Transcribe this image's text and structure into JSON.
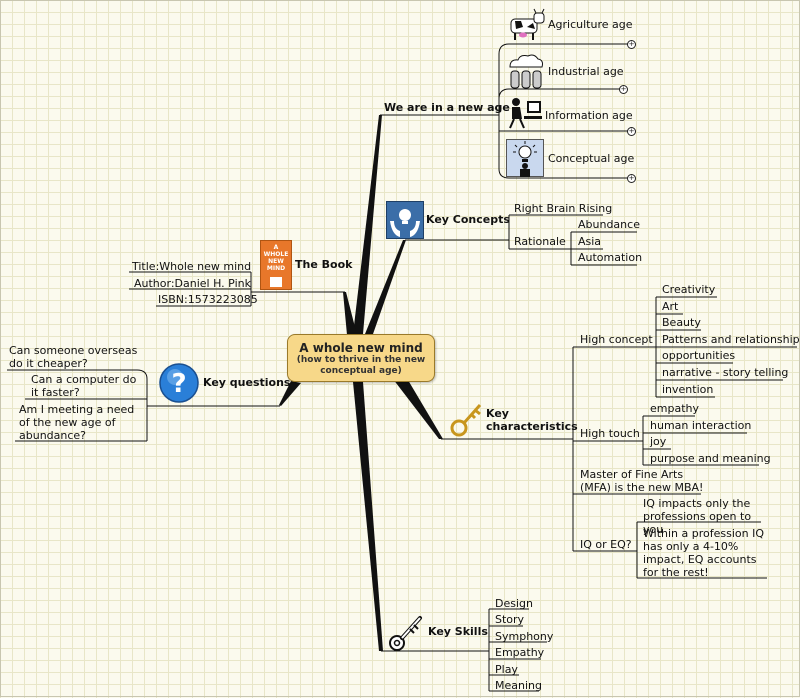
{
  "root": {
    "title": "A whole new mind",
    "subtitle": "(how to thrive in the new conceptual age)"
  },
  "new_age": {
    "label": "We are in a new age",
    "items": [
      {
        "label": "Agriculture age",
        "icon": "cow-icon"
      },
      {
        "label": "Industrial age",
        "icon": "factory-icon"
      },
      {
        "label": "Information age",
        "icon": "computer-user-icon"
      },
      {
        "label": "Conceptual age",
        "icon": "lightbulb-person-icon"
      }
    ]
  },
  "key_concepts": {
    "label": "Key Concepts",
    "right_brain": "Right Brain Rising",
    "rationale": "Rationale",
    "rationale_items": [
      "Abundance",
      "Asia",
      "Automation"
    ]
  },
  "book": {
    "label": "The Book",
    "cover_text": "A WHOLE NEW MIND",
    "title": "Title:Whole new mind",
    "author": "Author:Daniel H. Pink",
    "isbn": "ISBN:1573223085"
  },
  "key_questions": {
    "label": "Key questions",
    "items": [
      "Can someone overseas do it cheaper?",
      "Can a computer do it faster?",
      "Am I meeting a need of the new age of abundance?"
    ]
  },
  "key_characteristics": {
    "label": "Key characteristics",
    "high_concept": {
      "label": "High concept",
      "items": [
        "Creativity",
        "Art",
        "Beauty",
        "Patterns and relationships",
        "opportunities",
        "narrative - story telling",
        "invention"
      ]
    },
    "high_touch": {
      "label": "High touch",
      "items": [
        "empathy",
        "human interaction",
        "joy",
        "purpose and meaning"
      ]
    },
    "mfa": "Master of Fine Arts (MFA) is the new MBA!",
    "iq_eq": {
      "label": "IQ or EQ?",
      "items": [
        "IQ impacts only the professions open to you",
        "Within a profession IQ has only a 4-10% impact, EQ accounts for the rest!"
      ]
    }
  },
  "key_skills": {
    "label": "Key Skills",
    "items": [
      "Design",
      "Story",
      "Symphony",
      "Empathy",
      "Play",
      "Meaning"
    ]
  }
}
